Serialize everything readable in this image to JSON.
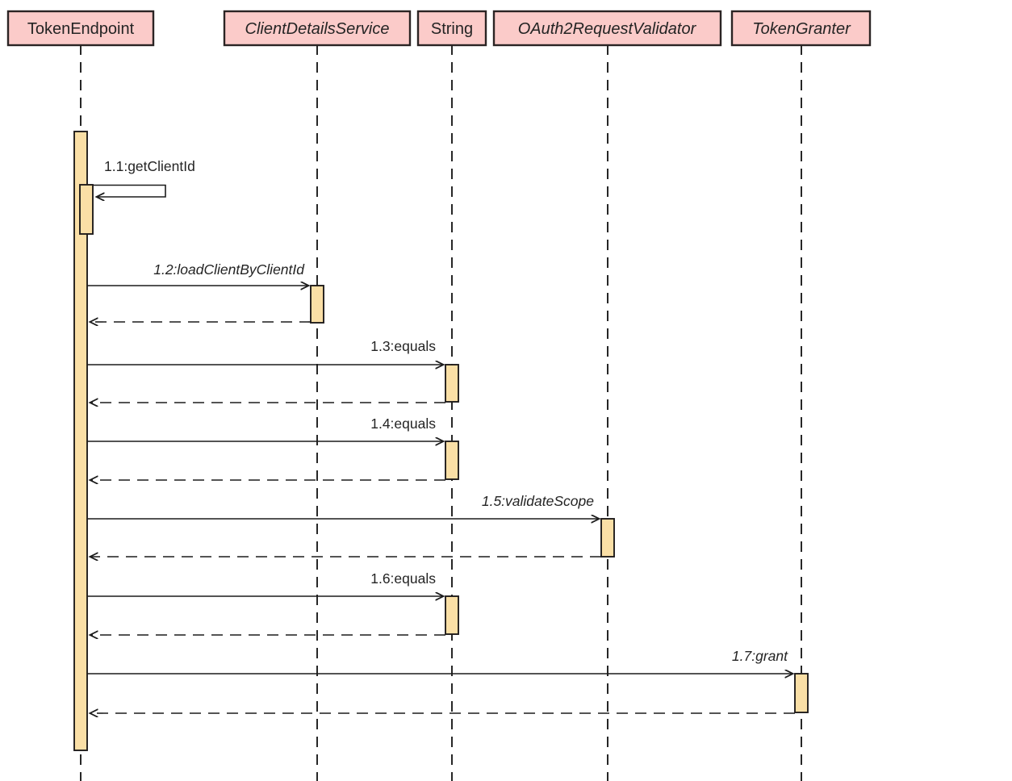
{
  "diagram": {
    "type": "uml-sequence-diagram",
    "participants": [
      {
        "name": "TokenEndpoint",
        "italic": false
      },
      {
        "name": "ClientDetailsService",
        "italic": true
      },
      {
        "name": "String",
        "italic": false
      },
      {
        "name": "OAuth2RequestValidator",
        "italic": true
      },
      {
        "name": "TokenGranter",
        "italic": true
      }
    ],
    "messages": [
      {
        "id": "1.1",
        "label": "1.1:getClientId",
        "from": "TokenEndpoint",
        "to": "TokenEndpoint",
        "kind": "self-call",
        "italic": false
      },
      {
        "id": "1.2",
        "label": "1.2:loadClientByClientId",
        "from": "TokenEndpoint",
        "to": "ClientDetailsService",
        "kind": "call-return",
        "italic": true
      },
      {
        "id": "1.3",
        "label": "1.3:equals",
        "from": "TokenEndpoint",
        "to": "String",
        "kind": "call-return",
        "italic": false
      },
      {
        "id": "1.4",
        "label": "1.4:equals",
        "from": "TokenEndpoint",
        "to": "String",
        "kind": "call-return",
        "italic": false
      },
      {
        "id": "1.5",
        "label": "1.5:validateScope",
        "from": "TokenEndpoint",
        "to": "OAuth2RequestValidator",
        "kind": "call-return",
        "italic": true
      },
      {
        "id": "1.6",
        "label": "1.6:equals",
        "from": "TokenEndpoint",
        "to": "String",
        "kind": "call-return",
        "italic": false
      },
      {
        "id": "1.7",
        "label": "1.7:grant",
        "from": "TokenEndpoint",
        "to": "TokenGranter",
        "kind": "call-return",
        "italic": true
      }
    ],
    "colors": {
      "background": "#ffffff",
      "participant_fill": "#fbcbc9",
      "participant_border": "#2b2424",
      "activation_fill": "#fadfa6",
      "activation_border": "#201c1c",
      "line": "#1c1c1c",
      "text": "#242424"
    }
  }
}
